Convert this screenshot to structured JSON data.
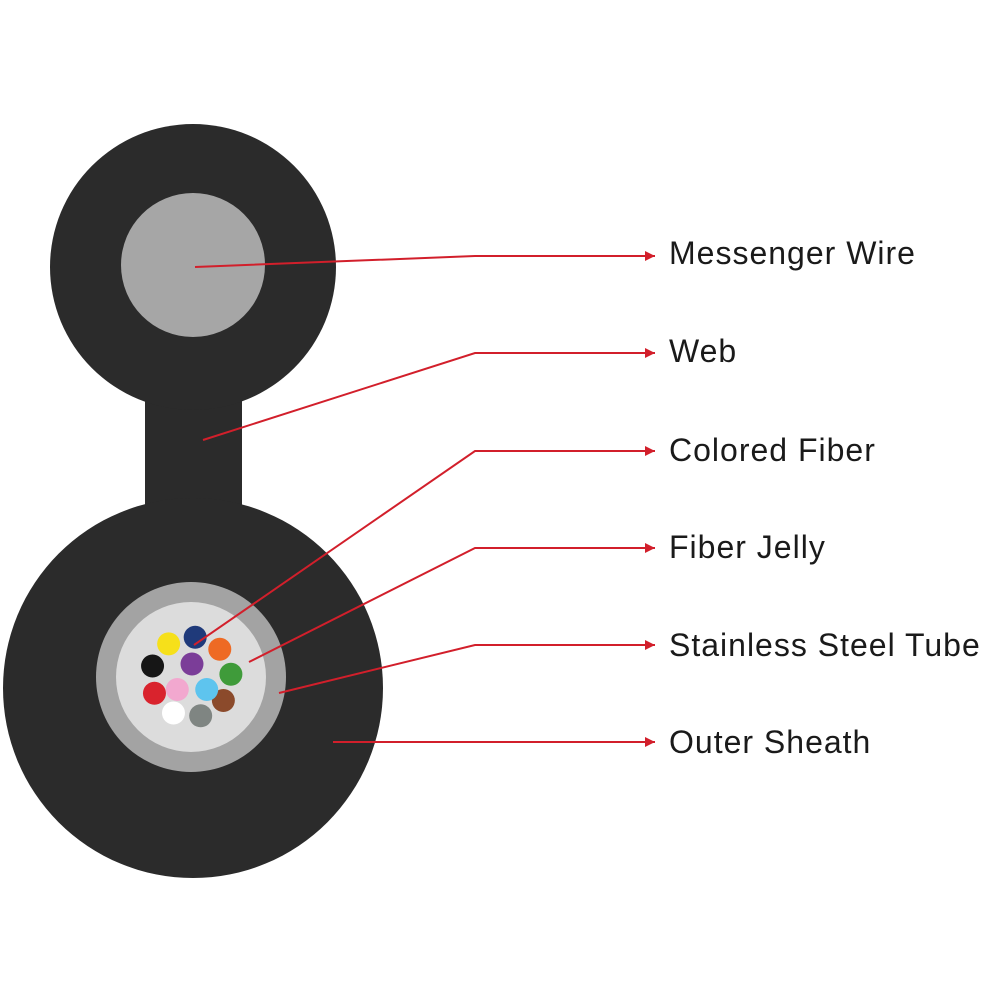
{
  "labels": {
    "messenger_wire": "Messenger Wire",
    "web": "Web",
    "colored_fiber": "Colored Fiber",
    "fiber_jelly": "Fiber Jelly",
    "stainless_steel_tube": "Stainless Steel Tube",
    "outer_sheath": "Outer Sheath"
  },
  "colors": {
    "background": "#ffffff",
    "sheath": "#2b2b2b",
    "messenger_wire": "#a6a6a6",
    "steel_tube": "#a3a3a3",
    "fiber_jelly": "#dcdcdc",
    "leader_line": "#d21f2b",
    "label_text": "#1a1a1a"
  },
  "fibers": [
    {
      "color_name": "blue",
      "hex": "#1f3a7a"
    },
    {
      "color_name": "orange",
      "hex": "#ee6a24"
    },
    {
      "color_name": "green",
      "hex": "#3f9b3a"
    },
    {
      "color_name": "brown",
      "hex": "#8b4a2b"
    },
    {
      "color_name": "slate",
      "hex": "#7f8582"
    },
    {
      "color_name": "white",
      "hex": "#ffffff"
    },
    {
      "color_name": "red",
      "hex": "#d9232d"
    },
    {
      "color_name": "black",
      "hex": "#161616"
    },
    {
      "color_name": "yellow",
      "hex": "#f6e01a"
    },
    {
      "color_name": "violet",
      "hex": "#7b3d98"
    },
    {
      "color_name": "aqua",
      "hex": "#5ec4ee"
    },
    {
      "color_name": "rose",
      "hex": "#f2a8cf"
    }
  ]
}
